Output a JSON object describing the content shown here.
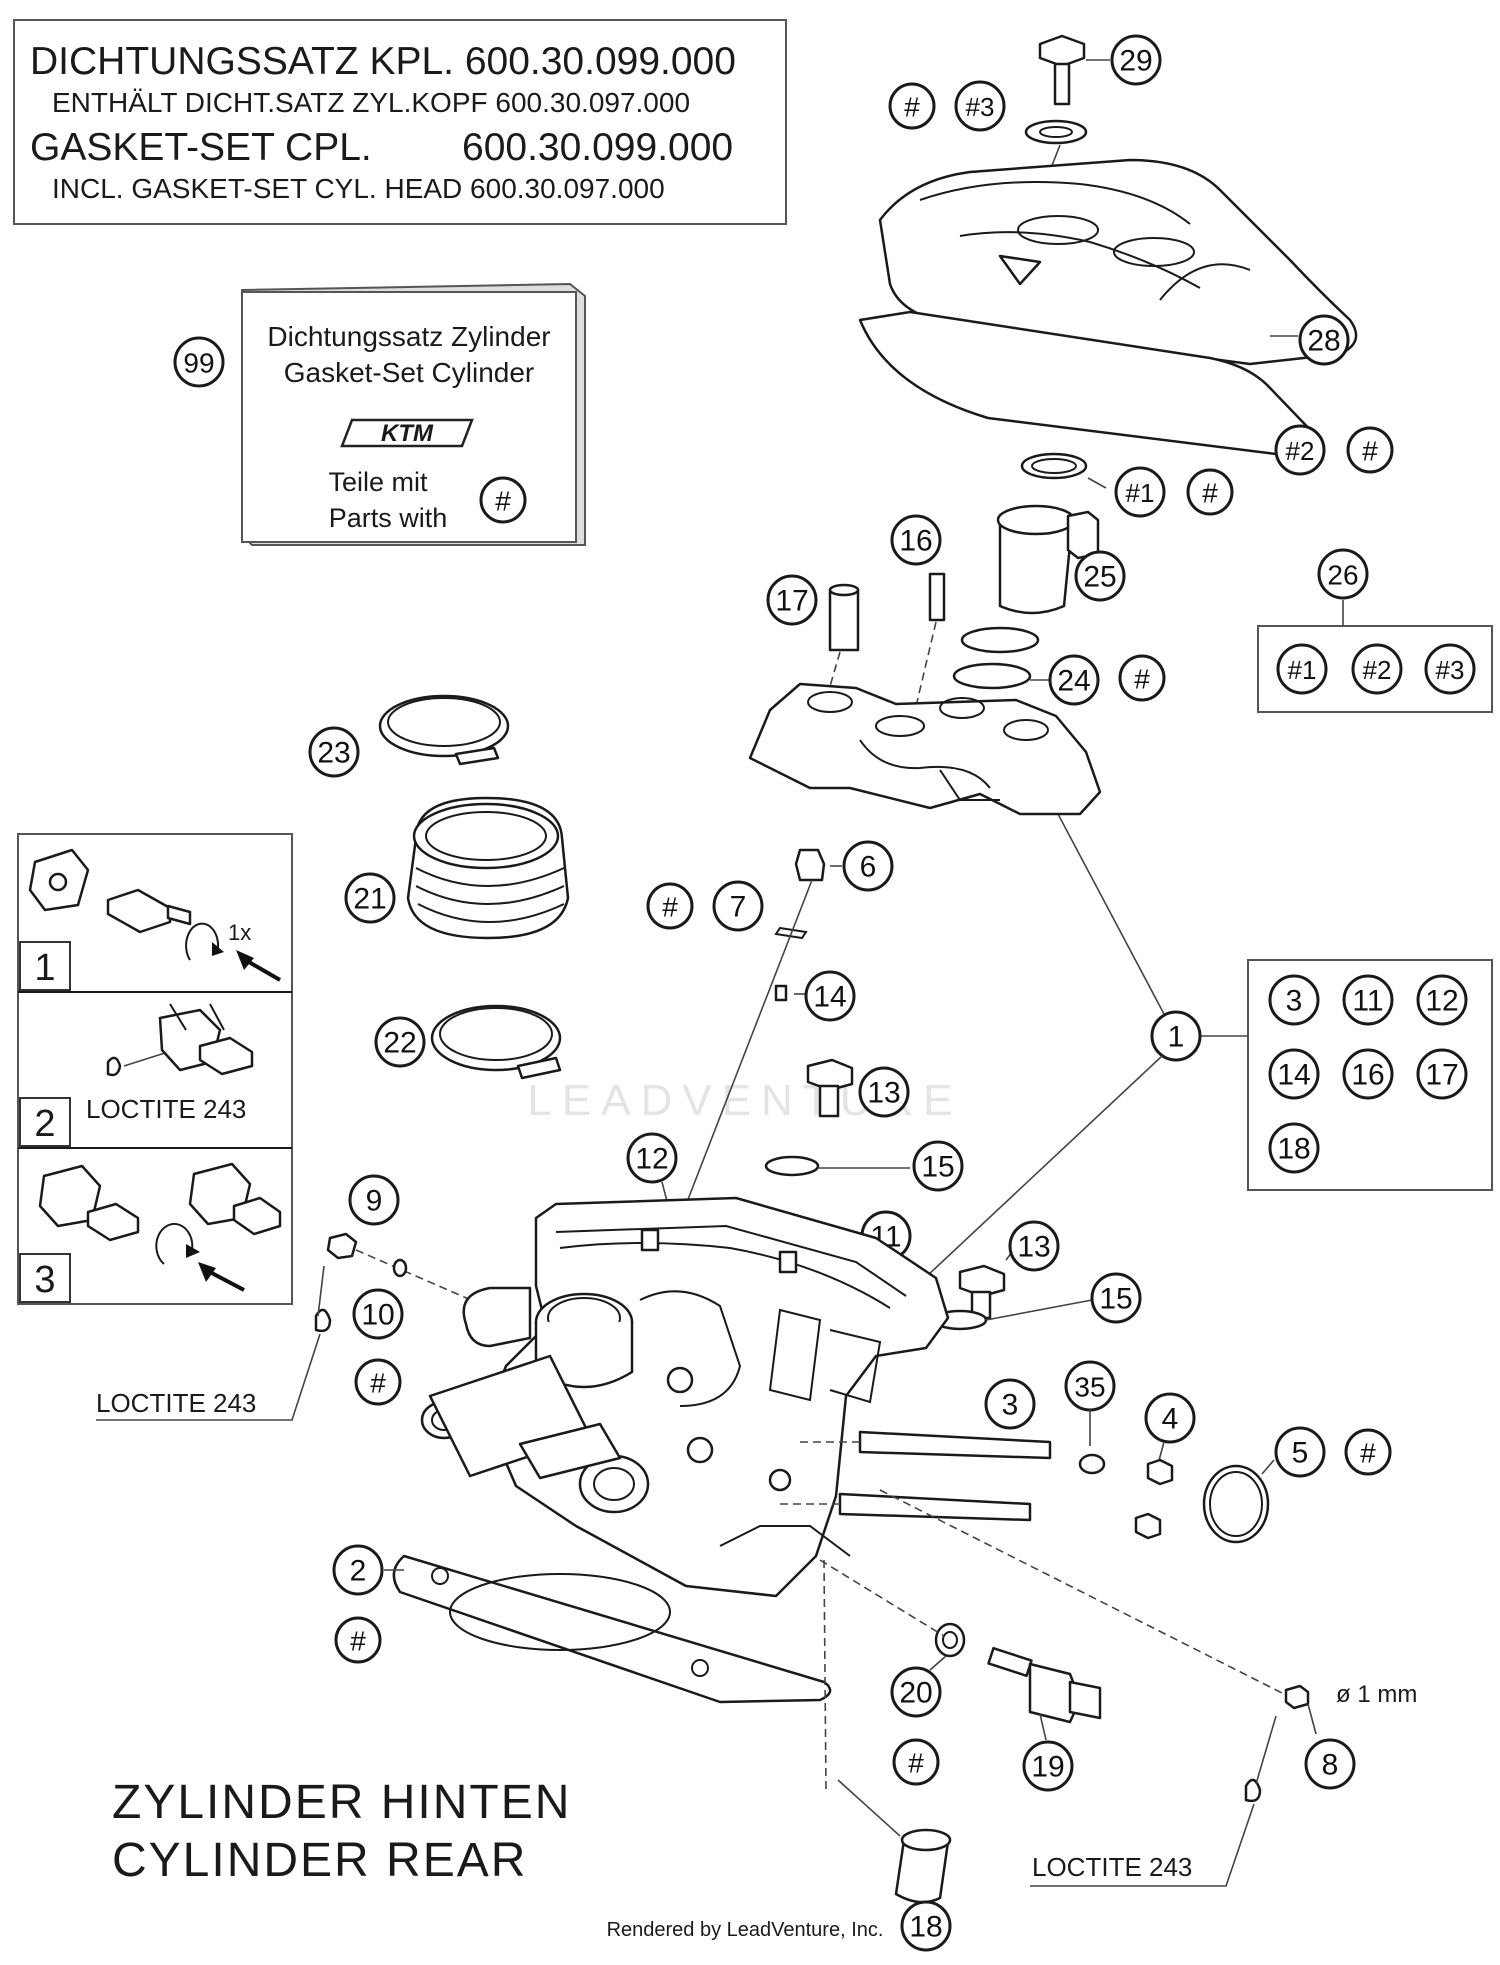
{
  "gasket_set_box": {
    "line1": "DICHTUNGSSATZ KPL. 600.30.099.000",
    "line2": "ENTHÄLT DICHT.SATZ ZYL.KOPF 600.30.097.000",
    "line3_label": "GASKET-SET CPL.",
    "line3_number": "600.30.099.000",
    "line4": "INCL. GASKET-SET CYL. HEAD 600.30.097.000"
  },
  "cylinder_set_card": {
    "callout": "99",
    "title_de": "Dichtungssatz Zylinder",
    "title_en": "Gasket-Set Cylinder",
    "logo_text": "KTM",
    "parts_de": "Teile mit",
    "parts_en": "Parts with",
    "marker": "#"
  },
  "steps": [
    {
      "number": "1",
      "note": "1x"
    },
    {
      "number": "2",
      "note": "LOCTITE 243"
    },
    {
      "number": "3",
      "note": ""
    }
  ],
  "kit_26": {
    "callout": "26",
    "items": [
      "#1",
      "#2",
      "#3"
    ]
  },
  "kit_1": {
    "callout": "1",
    "items": [
      "3",
      "11",
      "12",
      "14",
      "16",
      "17",
      "18"
    ]
  },
  "loctite_labels": [
    "LOCTITE 243",
    "LOCTITE 243"
  ],
  "diameter_note": "ø 1 mm",
  "callouts": {
    "c29": "29",
    "c28": "28",
    "c25": "25",
    "c24": "24",
    "c23": "23",
    "c21": "21",
    "c22": "22",
    "c16": "16",
    "c17": "17",
    "c6": "6",
    "c7": "7",
    "c14": "14",
    "c13a": "13",
    "c13b": "13",
    "c15a": "15",
    "c15b": "15",
    "c12": "12",
    "c11": "11",
    "c9": "9",
    "c10": "10",
    "c3": "3",
    "c35": "35",
    "c4": "4",
    "c5": "5",
    "c2": "2",
    "c20": "20",
    "c19": "19",
    "c8": "8",
    "c18": "18"
  },
  "markers": {
    "hash": "#",
    "h1": "#1",
    "h2": "#2",
    "h3": "#3"
  },
  "title": {
    "line1": "ZYLINDER HINTEN",
    "line2": "CYLINDER REAR"
  },
  "footer": "Rendered by LeadVenture, Inc.",
  "watermark": "LEADVENTURE"
}
